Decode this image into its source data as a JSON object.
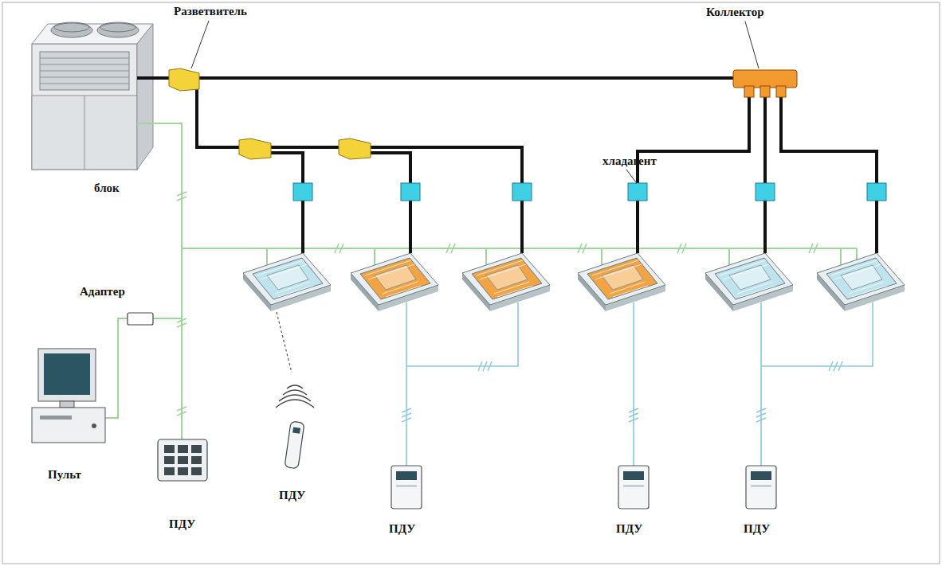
{
  "diagram": {
    "labels": [
      "Разветвитель",
      "Коллектор",
      "блок",
      "хладагент",
      "Адаптер",
      "Пульт",
      "ПДУ",
      "ПДУ",
      "ПДУ",
      "ПДУ",
      "ПДУ"
    ]
  }
}
